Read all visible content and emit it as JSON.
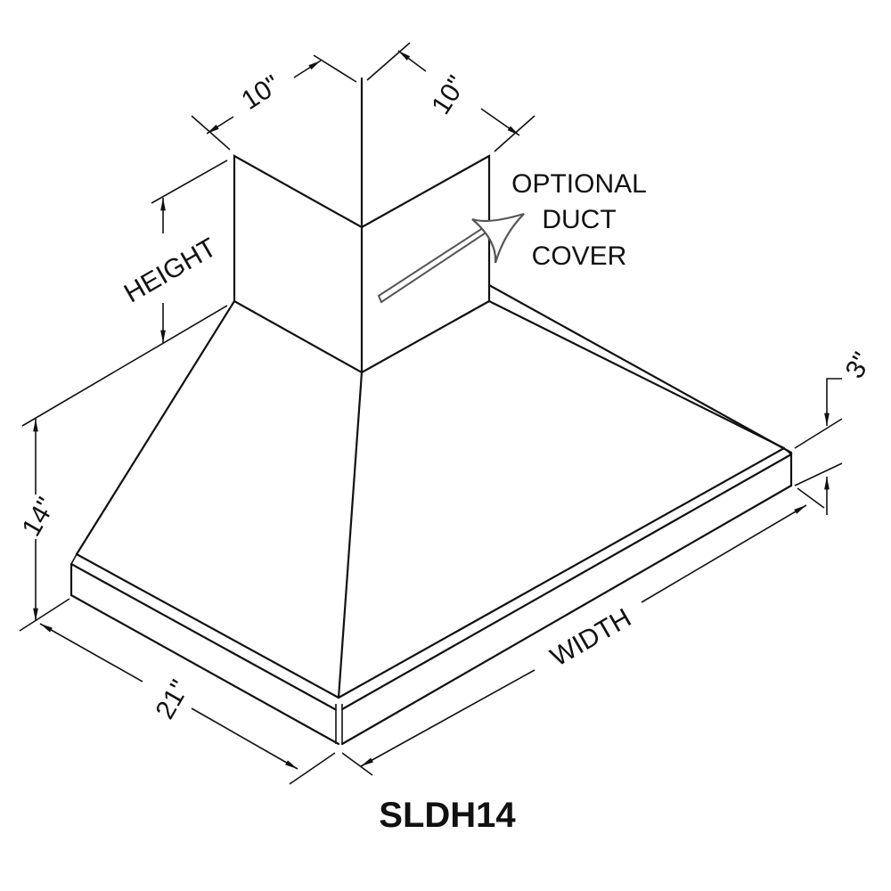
{
  "title": "SLDH14",
  "callout": {
    "line1": "OPTIONAL",
    "line2": "DUCT",
    "line3": "COVER"
  },
  "dimensions": {
    "duct_left_depth": "10\"",
    "duct_right_width": "10\"",
    "duct_height": "HEIGHT",
    "hood_height": "14\"",
    "hood_depth": "21\"",
    "hood_width": "WIDTH",
    "trim_height": "3\""
  },
  "colors": {
    "line": "#111111",
    "callout_arrow": "#555555"
  }
}
